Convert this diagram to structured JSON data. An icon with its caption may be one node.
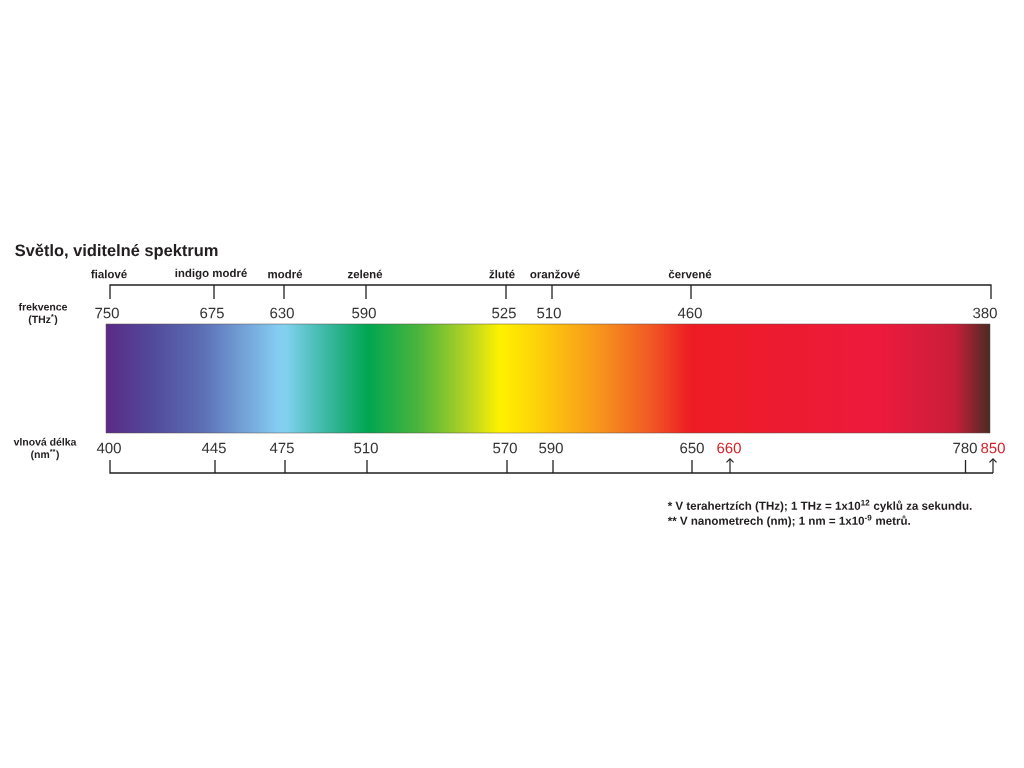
{
  "diagram": {
    "title": "Světlo, viditelné spektrum",
    "labels": [
      "fialové",
      "indigo modré",
      "modré",
      "zelené",
      "žluté",
      "oranžové",
      "červené",
      "frekvence (THz$^{*}$)",
      "750",
      "675",
      "630",
      "590",
      "525",
      "510",
      "460",
      "380",
      "vlnová délka (nm$^{**}$)",
      "400",
      "445",
      "475",
      "510",
      "570",
      "590",
      "650",
      "660",
      "780",
      "850",
      "* V terahertzích (THz); 1 THz = 1x10$^{12}$ cyklů za sekundu.",
      "** V nanometrech (nm); 1 nm = 1x10$^{-9}$ metrů."
    ]
  }
}
